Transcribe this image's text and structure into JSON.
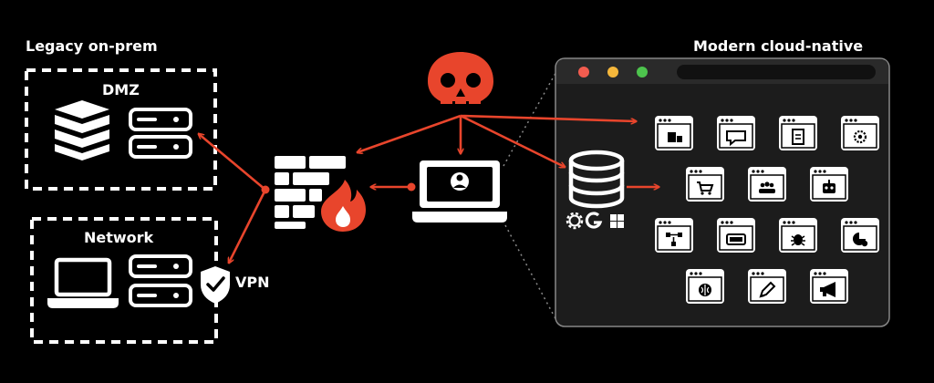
{
  "titles": {
    "legacy": "Legacy on-prem",
    "cloud": "Modern cloud-native"
  },
  "zones": {
    "dmz": "DMZ",
    "network": "Network",
    "vpn": "VPN"
  },
  "colors": {
    "accent": "#e8452c",
    "foreground": "#ffffff",
    "background": "#000000",
    "window_bg": "#1c1c1c",
    "window_bar": "#2a2a2a",
    "dot_red": "#f25c4f",
    "dot_yellow": "#f5b73b",
    "dot_green": "#4dc44d"
  },
  "icons": {
    "attacker": "skull-icon",
    "firewall": "firewall-icon",
    "fire": "fire-icon",
    "attacker_laptop": "user-laptop-icon",
    "database": "database-icon",
    "cloud_providers": [
      "openai-icon",
      "google-icon",
      "microsoft-icon"
    ],
    "saas_apps": [
      "building-app-icon",
      "chat-app-icon",
      "document-app-icon",
      "settings-app-icon",
      "cart-app-icon",
      "team-app-icon",
      "robot-app-icon",
      "workflow-app-icon",
      "card-app-icon",
      "bug-app-icon",
      "chart-app-icon",
      "brain-app-icon",
      "pen-app-icon",
      "megaphone-app-icon"
    ]
  }
}
